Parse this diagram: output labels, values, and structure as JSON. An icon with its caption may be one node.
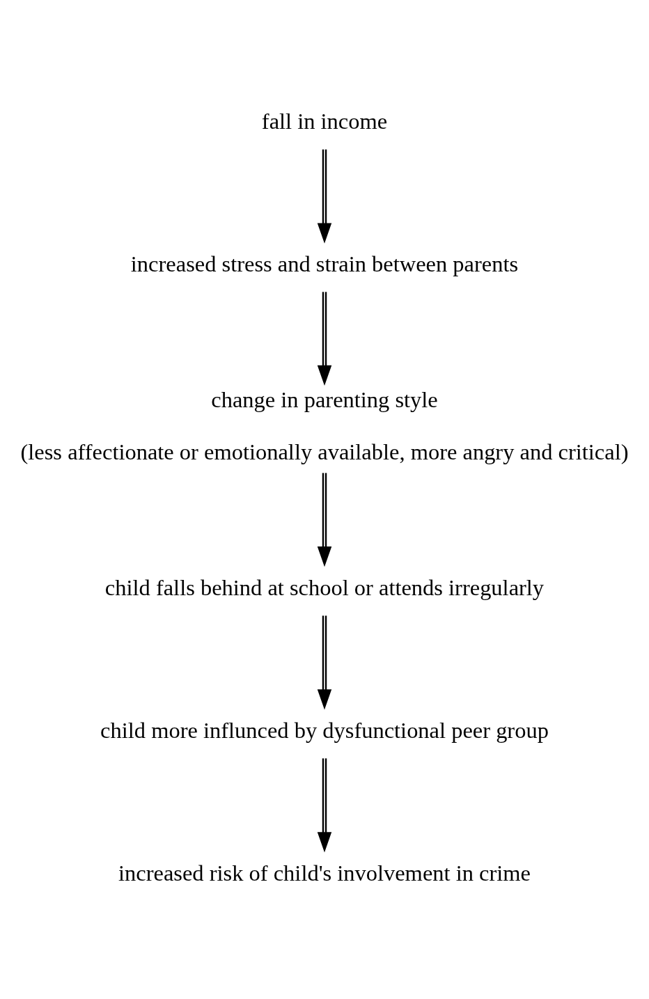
{
  "diagram": {
    "nodes": [
      {
        "text": [
          "fall in income"
        ]
      },
      {
        "text": [
          "increased stress and strain between parents"
        ]
      },
      {
        "text": [
          "change in parenting style",
          "(less affectionate or emotionally available, more angry and critical)"
        ]
      },
      {
        "text": [
          "child falls behind at school or attends irregularly"
        ]
      },
      {
        "text": [
          "child more influnced by dysfunctional peer group"
        ]
      },
      {
        "text": [
          "increased risk of child's involvement in crime"
        ]
      }
    ],
    "edges": [
      {
        "from": 0,
        "to": 1,
        "arrow": "to"
      },
      {
        "from": 1,
        "to": 2,
        "arrow": "to"
      },
      {
        "from": 2,
        "to": 3,
        "arrow": "to"
      },
      {
        "from": 3,
        "to": 4,
        "arrow": "to"
      },
      {
        "from": 4,
        "to": 5,
        "arrow": "to"
      }
    ]
  }
}
